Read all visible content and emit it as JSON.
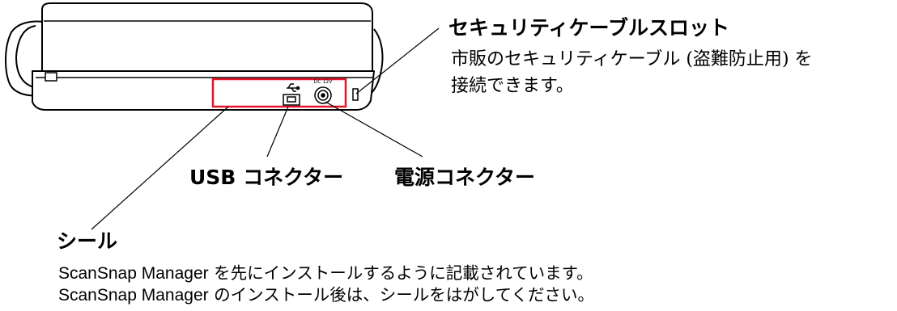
{
  "labels": {
    "security_slot": {
      "title": "セキュリティケーブルスロット",
      "desc_line1": "市販のセキュリティケーブル (盗難防止用) を",
      "desc_line2": "接続できます。"
    },
    "usb_connector": "USB コネクター",
    "power_connector": "電源コネクター",
    "seal": {
      "title": "シール",
      "line1_app": "ScanSnap Manager",
      "line1_text": " を先にインストールするように記載されています。",
      "line2_app": "ScanSnap Manager",
      "line2_text": " のインストール後は、シールをはがしてください。"
    }
  },
  "port_label_dc": "DC 12V",
  "colors": {
    "highlight_box": "#e8142a",
    "outline": "#000000"
  }
}
